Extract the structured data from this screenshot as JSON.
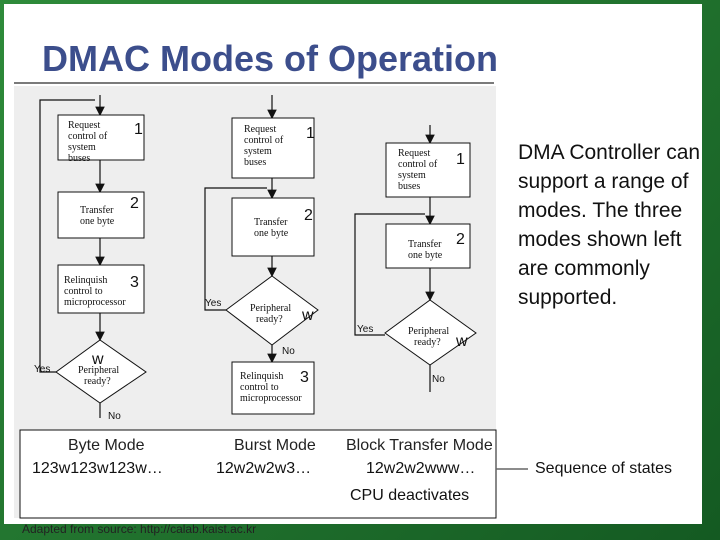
{
  "title": "DMAC Modes of Operation",
  "description": "DMA Controller can support a range of modes. The three modes shown left are commonly supported.",
  "sequence_label": "Sequence of states",
  "source": "Adapted from source: http://calab.kaist.ac.kr",
  "boxes": {
    "request": "Request control of system buses",
    "transfer": "Transfer one byte",
    "relinquish": "Relinquish control to microprocessor",
    "peripheral": "Peripheral ready?"
  },
  "yes": "Yes",
  "no": "No",
  "markers": {
    "one": "1",
    "two": "2",
    "three": "3",
    "w": "w"
  },
  "modes": [
    {
      "name": "Byte Mode",
      "sequence": "123w123w123w…"
    },
    {
      "name": "Burst Mode",
      "sequence": "12w2w2w3…"
    },
    {
      "name": "Block Transfer Mode",
      "sequence": "12w2w2www…",
      "note": "CPU deactivates"
    }
  ]
}
